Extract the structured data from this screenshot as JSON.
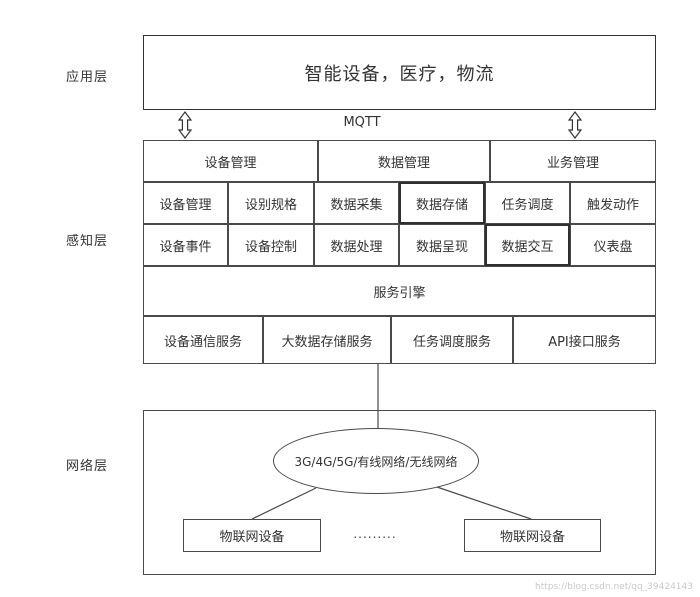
{
  "labels": {
    "application": "应用层",
    "perception": "感知层",
    "network": "网络层"
  },
  "application": {
    "title": "智能设备，医疗，物流"
  },
  "mqtt": "MQTT",
  "perception": {
    "headers": [
      "设备管理",
      "数据管理",
      "业务管理"
    ],
    "row1": [
      "设备管理",
      "设别规格",
      "数据采集",
      "数据存储",
      "任务调度",
      "触发动作"
    ],
    "row2": [
      "设备事件",
      "设备控制",
      "数据处理",
      "数据呈现",
      "数据交互",
      "仪表盘"
    ],
    "engine": "服务引擎",
    "services": [
      "设备通信服务",
      "大数据存储服务",
      "任务调度服务",
      "API接口服务"
    ]
  },
  "network": {
    "cloud": "3G/4G/5G/有线网络/无线网络",
    "device_left": "物联网设备",
    "device_right": "物联网设备",
    "dots": "........."
  },
  "colors": {
    "ink": "#3c3c3c"
  },
  "watermark": "https://blog.csdn.net/qq_39424143"
}
